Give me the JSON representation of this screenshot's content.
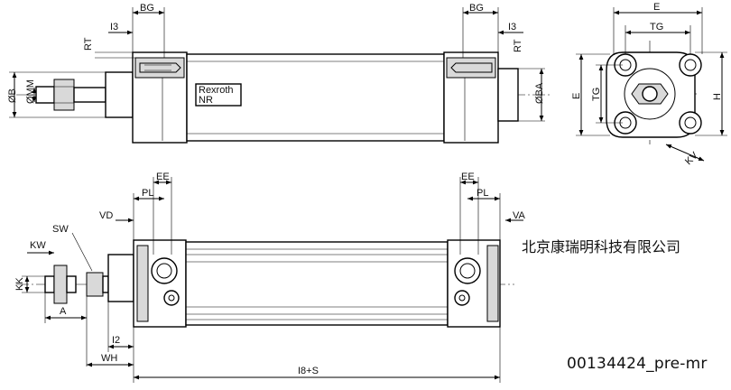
{
  "watermark": "北京康瑞明科技有限公司",
  "drawing_code": "00134424_pre-mr",
  "labels": {
    "bg_left": "BG",
    "bg_right": "BG",
    "i3_left": "I3",
    "i3_right": "I3",
    "rt_left": "RT",
    "rt_right": "RT",
    "ob": "ØB",
    "omm": "ØMM",
    "oba": "ØBA",
    "e_top": "E",
    "tg_top": "TG",
    "e_side": "E",
    "tg_side": "TG",
    "h": "H",
    "kv": "KV",
    "ee_left": "EE",
    "ee_right": "EE",
    "pl_left": "PL",
    "pl_right": "PL",
    "vd": "VD",
    "va": "VA",
    "sw": "SW",
    "kw": "KW",
    "kk": "KK",
    "a": "A",
    "i2": "I2",
    "wh": "WH",
    "i8s": "I8+S"
  },
  "nameplate": {
    "brand": "Rexroth",
    "line2": "NR"
  }
}
